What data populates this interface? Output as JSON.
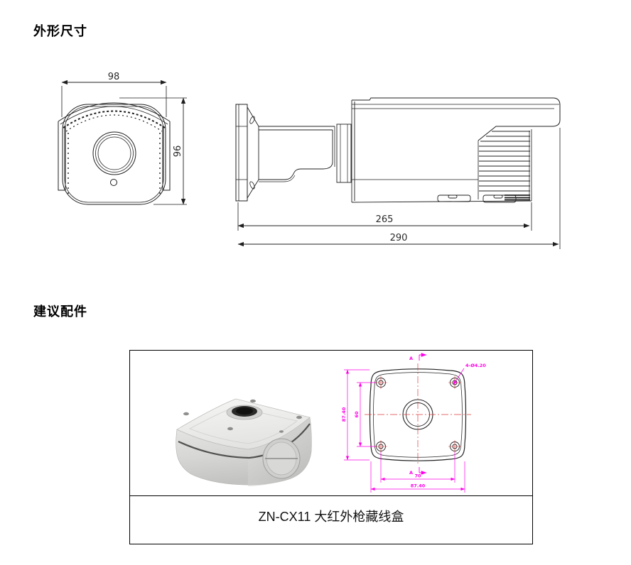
{
  "page": {
    "background": "#ffffff"
  },
  "dimensions_section": {
    "heading": "外形尺寸"
  },
  "accessories_section": {
    "heading": "建议配件",
    "caption": "ZN-CX11 大红外枪藏线盒"
  },
  "camera_front_view": {
    "width_mm": "98",
    "height_mm": "96"
  },
  "camera_side_view": {
    "body_length_mm": "265",
    "overall_length_mm": "290"
  },
  "junction_box_drawing": {
    "height_mm": "87.40",
    "hole_spacing_vertical_mm": "60",
    "hole_spacing_horizontal_mm": "70",
    "width_mm": "87.40",
    "holes_note": "4-Ø4.20",
    "section_marker_top": "A",
    "section_marker_bottom": "A"
  },
  "colors": {
    "drawing_line": "#1f1f1f",
    "dimension_magenta": "#ff00e6",
    "centerline_red": "#e03c3c",
    "photo_body_gray": "#d9d9d7"
  }
}
